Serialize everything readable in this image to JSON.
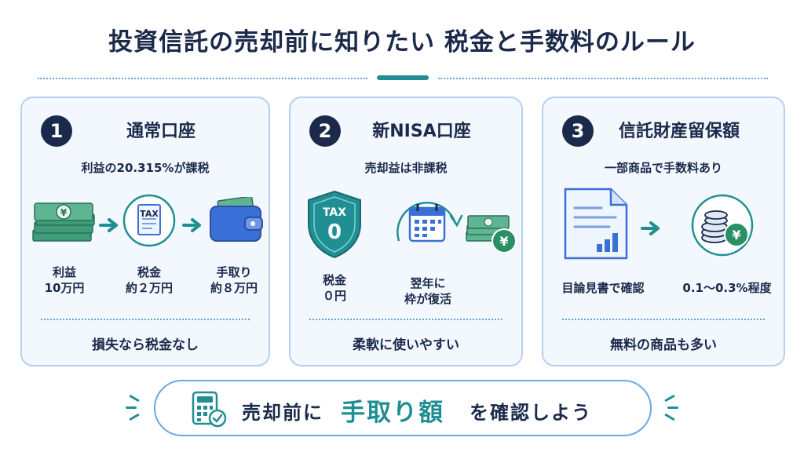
{
  "title": "投資信託の売却前に知りたい 税金と手数料のルール",
  "cards": [
    {
      "number": "1",
      "title": "通常口座",
      "subtitle": "利益の20.315%が課税",
      "steps": [
        {
          "line1": "利益",
          "line2": "10万円"
        },
        {
          "line1": "税金",
          "line2": "約２万円",
          "icon_text": "TAX"
        },
        {
          "line1": "手取り",
          "line2": "約８万円"
        }
      ],
      "footer": "損失なら税金なし"
    },
    {
      "number": "2",
      "title": "新NISA口座",
      "subtitle": "売却益は非課税",
      "steps": [
        {
          "line1": "税金",
          "line2": "０円",
          "icon_text": "TAX",
          "icon_value": "0"
        },
        {
          "line1": "翌年に",
          "line2": "枠が復活"
        }
      ],
      "footer": "柔軟に使いやすい"
    },
    {
      "number": "3",
      "title": "信託財産留保額",
      "subtitle": "一部商品で手数料あり",
      "steps": [
        {
          "line1": "目論見書で確認"
        },
        {
          "line1": "0.1～0.3%程度"
        }
      ],
      "footer": "無料の商品も多い"
    }
  ],
  "bottom": {
    "before": "売却前に",
    "highlight": "手取り額",
    "after": "を確認しよう"
  },
  "icons": {
    "money": "money-stack-icon",
    "tax_doc": "tax-document-icon",
    "wallet": "wallet-icon",
    "shield": "tax-shield-icon",
    "calendar": "calendar-cycle-icon",
    "yen_bill": "yen-bill-icon",
    "doc": "prospectus-document-icon",
    "coins": "coins-yen-icon",
    "calculator": "calculator-check-icon",
    "arrow": "arrow-right-icon"
  },
  "colors": {
    "navy": "#1b2a4a",
    "teal": "#1f8f93",
    "blue": "#3a6fd8",
    "card_border": "#b7d0f0"
  }
}
